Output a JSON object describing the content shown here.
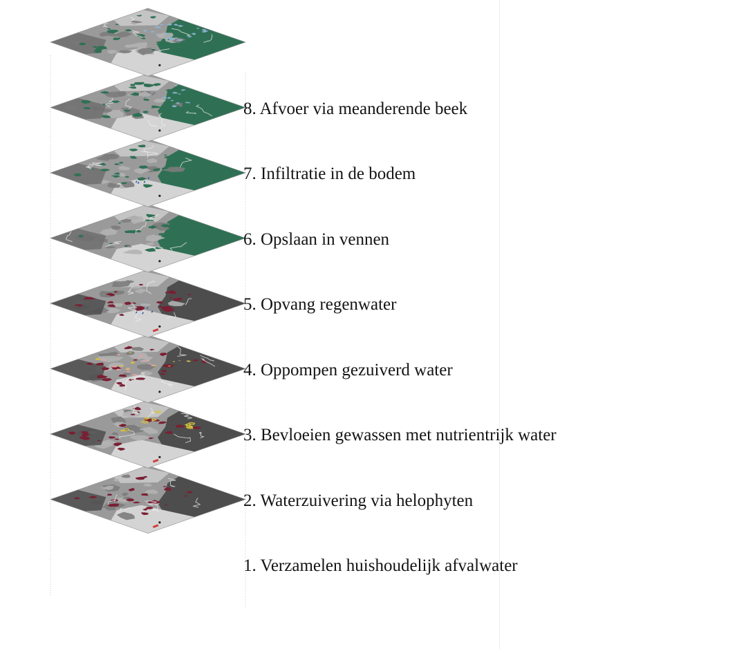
{
  "diagram": {
    "type": "stacked-isometric-map-layers",
    "layers": [
      {
        "number": 8,
        "label": "8. Afvoer via meanderende beek",
        "base": "green",
        "overlay": "light-blue-stream"
      },
      {
        "number": 7,
        "label": "7. Infiltratie in de bodem",
        "base": "green",
        "overlay": "light-blue-scatter"
      },
      {
        "number": 6,
        "label": "6. Opslaan in vennen",
        "base": "green",
        "overlay": "blue-ponds"
      },
      {
        "number": 5,
        "label": "5. Opvang regenwater",
        "base": "green",
        "overlay": "none"
      },
      {
        "number": 4,
        "label": "4. Oppompen gezuiverd water",
        "base": "dark",
        "overlay": "blue-pipes"
      },
      {
        "number": 3,
        "label": "3. Bevloeien gewassen met nutrientrijk water",
        "base": "dark",
        "overlay": "pink-yellow-irrigation"
      },
      {
        "number": 2,
        "label": "2. Waterzuivering via helophyten",
        "base": "dark",
        "overlay": "yellow-red-wetlands"
      },
      {
        "number": 1,
        "label": "1. Verzamelen huishoudelijk afvalwater",
        "base": "dark",
        "overlay": "red-households"
      }
    ],
    "colors": {
      "green": "#2f7054",
      "dark": "#4d4d4d",
      "crimson": "#7a1f33",
      "grey": "#8d8d8d",
      "light": "#d4d4d4",
      "blue": "#2f5fa8",
      "lightblue": "#8fb6d3",
      "pink": "#e7a3a3",
      "yellow": "#d7c33a",
      "red": "#d23a3a"
    }
  }
}
